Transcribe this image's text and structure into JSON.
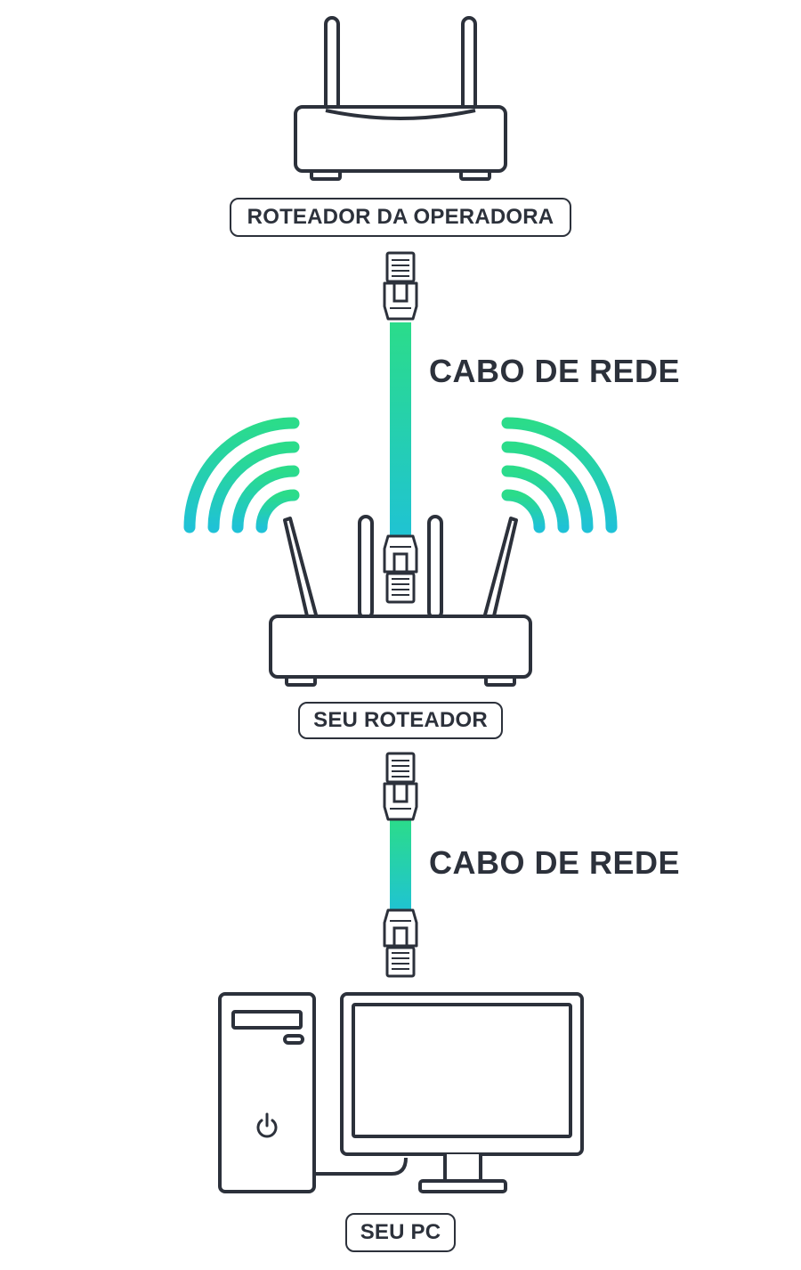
{
  "labels": {
    "isp_router": "ROTEADOR DA OPERADORA",
    "cable_top": "CABO DE REDE",
    "your_router": "SEU ROTEADOR",
    "cable_bottom": "CABO DE REDE",
    "your_pc": "SEU PC"
  },
  "colors": {
    "ink": "#2c313b",
    "cable_green": "#2bdc8a",
    "cable_teal": "#1fc2d6",
    "background": "#ffffff"
  },
  "icons": {
    "isp_router": "router-icon",
    "your_router": "router-four-antenna-icon",
    "wifi": "wifi-waves-icon",
    "connector": "rj45-connector-icon",
    "pc_tower": "computer-tower-icon",
    "monitor": "monitor-icon",
    "power": "power-icon"
  }
}
